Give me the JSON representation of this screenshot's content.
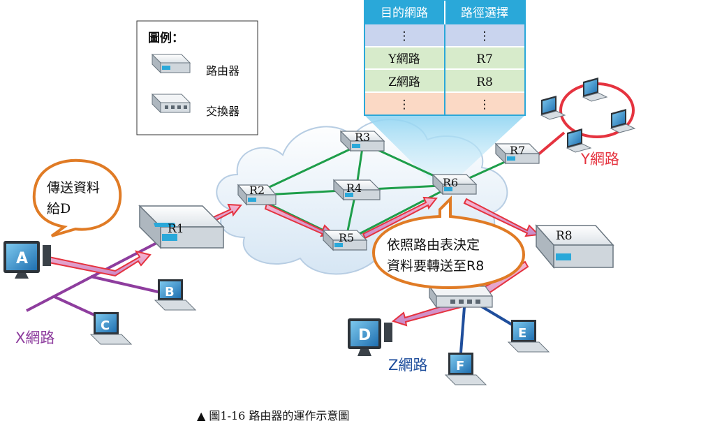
{
  "routing_table": {
    "headers": [
      "目的網路",
      "路徑選擇"
    ],
    "rows": [
      [
        "⋮",
        "⋮"
      ],
      [
        "Y網路",
        "R7"
      ],
      [
        "Z網路",
        "R8"
      ],
      [
        "⋮",
        "⋮"
      ]
    ]
  },
  "legend": {
    "title": "圖例：",
    "router_label": "路由器",
    "switch_label": "交換器"
  },
  "routers": {
    "r1": "R1",
    "r2": "R2",
    "r3": "R3",
    "r4": "R4",
    "r5": "R5",
    "r6": "R6",
    "r7": "R7",
    "r8": "R8"
  },
  "hosts": {
    "a": "A",
    "b": "B",
    "c": "C",
    "d": "D",
    "e": "E",
    "f": "F"
  },
  "networks": {
    "x": "X網路",
    "y": "Y網路",
    "z": "Z網路"
  },
  "callouts": {
    "send_line1": "傳送資料",
    "send_line2": "給D",
    "decide_line1": "依照路由表決定",
    "decide_line2": "資料要轉送至R8"
  },
  "caption": "▲ 圖1-16 路由器的運作示意圖",
  "colors": {
    "x_network": "#8e3d9e",
    "y_network": "#e5333f",
    "z_network": "#1f4e9c",
    "mesh_link": "#1e9e4a",
    "callout_border": "#e07b25",
    "table_header": "#2aa8d9"
  }
}
